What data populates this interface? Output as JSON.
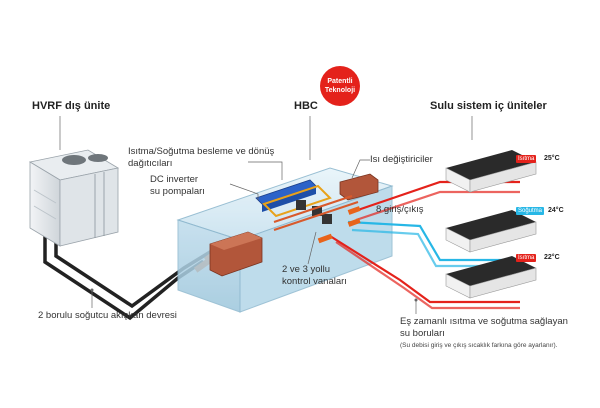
{
  "labels": {
    "hvrf_unit": "HVRF dış ünite",
    "hbc": "HBC",
    "indoor_units": "Sulu sistem iç üniteler",
    "patent_line1": "Patentli",
    "patent_line2": "Teknoloji",
    "distributors_line1": "Isıtma/Soğutma besleme ve dönüş",
    "distributors_line2": "dağıtıcıları",
    "pumps_line1": "DC inverter",
    "pumps_line2": "su pompaları",
    "heat_exchangers": "Isı değiştiriciler",
    "ports": "8 giriş/çıkış",
    "valves_line1": "2 ve 3 yollu",
    "valves_line2": "kontrol vanaları",
    "refrigerant_circuit": "2 borulu soğutcu akışkan devresi",
    "pipes_line1": "Eş zamanlı ısıtma ve soğutma sağlayan",
    "pipes_line2": "su boruları",
    "pipes_note": "(Su debisi giriş ve çıkış sıcaklık farkına göre ayarlanır)."
  },
  "units": [
    {
      "mode": "Isıtma",
      "temp": "25°C",
      "color": "#e4221b"
    },
    {
      "mode": "Soğutma",
      "temp": "24°C",
      "color": "#27b7e6"
    },
    {
      "mode": "Isıtma",
      "temp": "22°C",
      "color": "#e4221b"
    }
  ],
  "colors": {
    "accent": "#e4221b",
    "cooling": "#27b7e6",
    "refrigerant": "#222222",
    "box": "#cfe6f2"
  }
}
